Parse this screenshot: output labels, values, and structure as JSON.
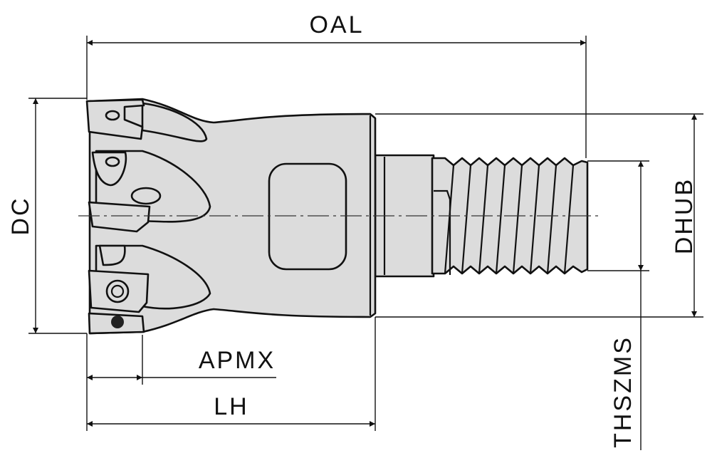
{
  "title": "Milling cutter dimension drawing",
  "labels": {
    "oal": "OAL",
    "dc": "DC",
    "dhub": "DHUB",
    "thszms": "THSZMS",
    "apmx": "APMX",
    "lh": "LH"
  },
  "colors": {
    "body_fill": "#dcdcdc",
    "line": "#111111"
  }
}
